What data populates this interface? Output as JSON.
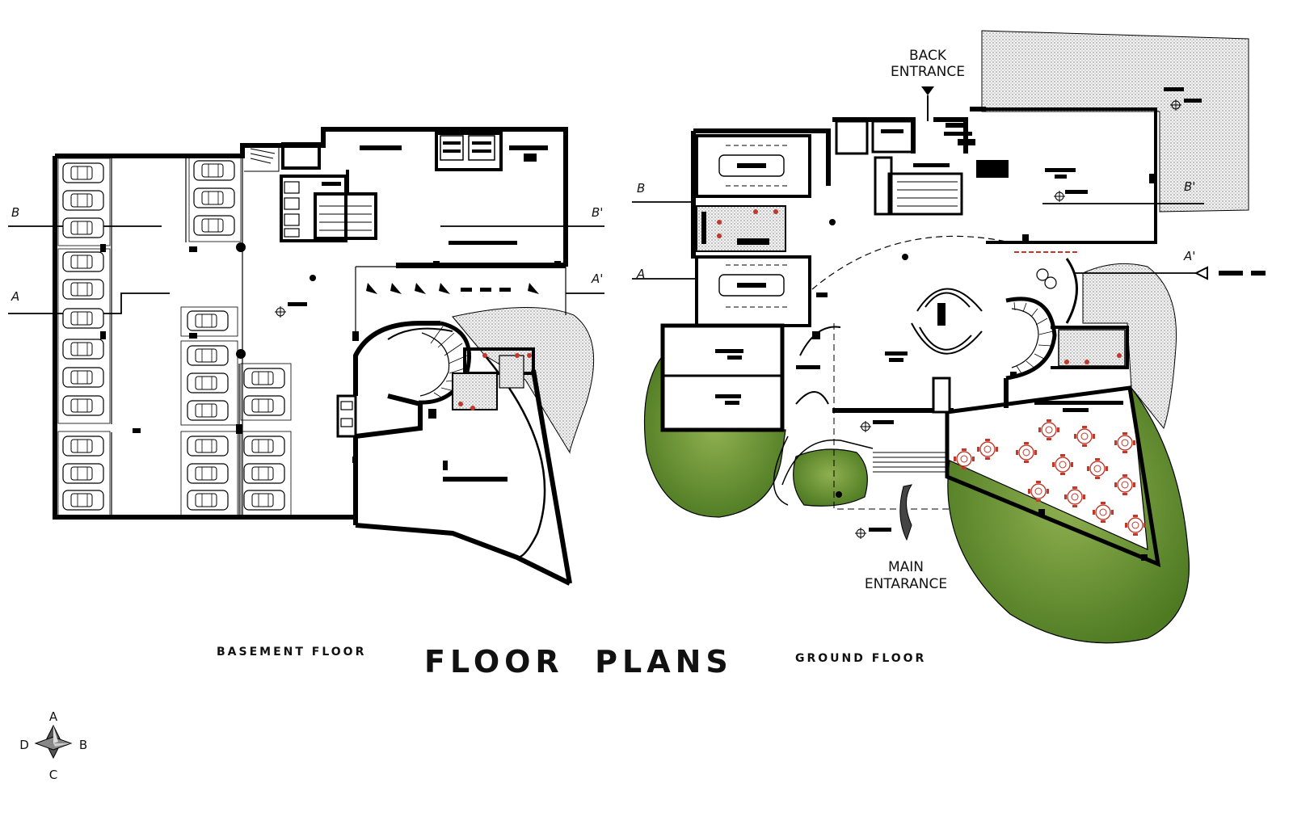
{
  "title": "FLOOR  PLANS",
  "basement_label": "BASEMENT FLOOR",
  "ground_label": "GROUND FLOOR",
  "back_entrance": [
    "BACK",
    "ENTRANCE"
  ],
  "main_entrance": [
    "MAIN",
    "ENTARANCE"
  ],
  "section_marks": {
    "basement": {
      "b": "B",
      "b_prime": "B'",
      "a": "A",
      "a_prime": "A'"
    },
    "ground": {
      "b": "B",
      "b_prime": "B'",
      "a": "A",
      "a_prime": "A'"
    }
  },
  "compass": {
    "n": "A",
    "e": "B",
    "s": "C",
    "w": "D"
  },
  "colors": {
    "line": "#000000",
    "lawn": "#5f8a2c",
    "lawn_light": "#8fb050",
    "hatch": "#c8c8c8",
    "furniture_red": "#c0392b"
  }
}
